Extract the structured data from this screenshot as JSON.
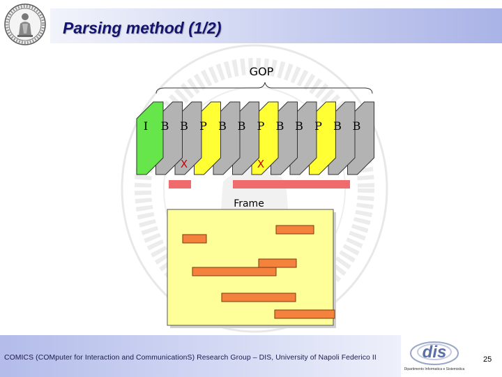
{
  "slide": {
    "title": "Parsing method (1/2)",
    "footer": "COMICS (COMputer for Interaction and CommunicationS) Research Group – DIS, University of Napoli Federico II",
    "page_number": "25",
    "logo_text": "dis",
    "logo_subtext": "Dipartimento Informatica e Sistemistica"
  },
  "diagram": {
    "gop_label": "GOP",
    "frame_label": "Frame",
    "frames": [
      {
        "type": "I",
        "color": "#66e64a"
      },
      {
        "type": "B",
        "color": "#b3b3b3"
      },
      {
        "type": "B",
        "color": "#b3b3b3",
        "marked": "X"
      },
      {
        "type": "P",
        "color": "#ffff33"
      },
      {
        "type": "B",
        "color": "#b3b3b3"
      },
      {
        "type": "B",
        "color": "#b3b3b3"
      },
      {
        "type": "P",
        "color": "#ffff33",
        "marked": "X"
      },
      {
        "type": "B",
        "color": "#b3b3b3"
      },
      {
        "type": "B",
        "color": "#b3b3b3"
      },
      {
        "type": "P",
        "color": "#ffff33"
      },
      {
        "type": "B",
        "color": "#b3b3b3"
      },
      {
        "type": "B",
        "color": "#b3b3b3"
      }
    ],
    "colors": {
      "frame_box_fill": "#ffff99",
      "highlight": "#f06c6c",
      "bar_fill": "#f4823c",
      "x_mark": "#cc0000"
    }
  }
}
